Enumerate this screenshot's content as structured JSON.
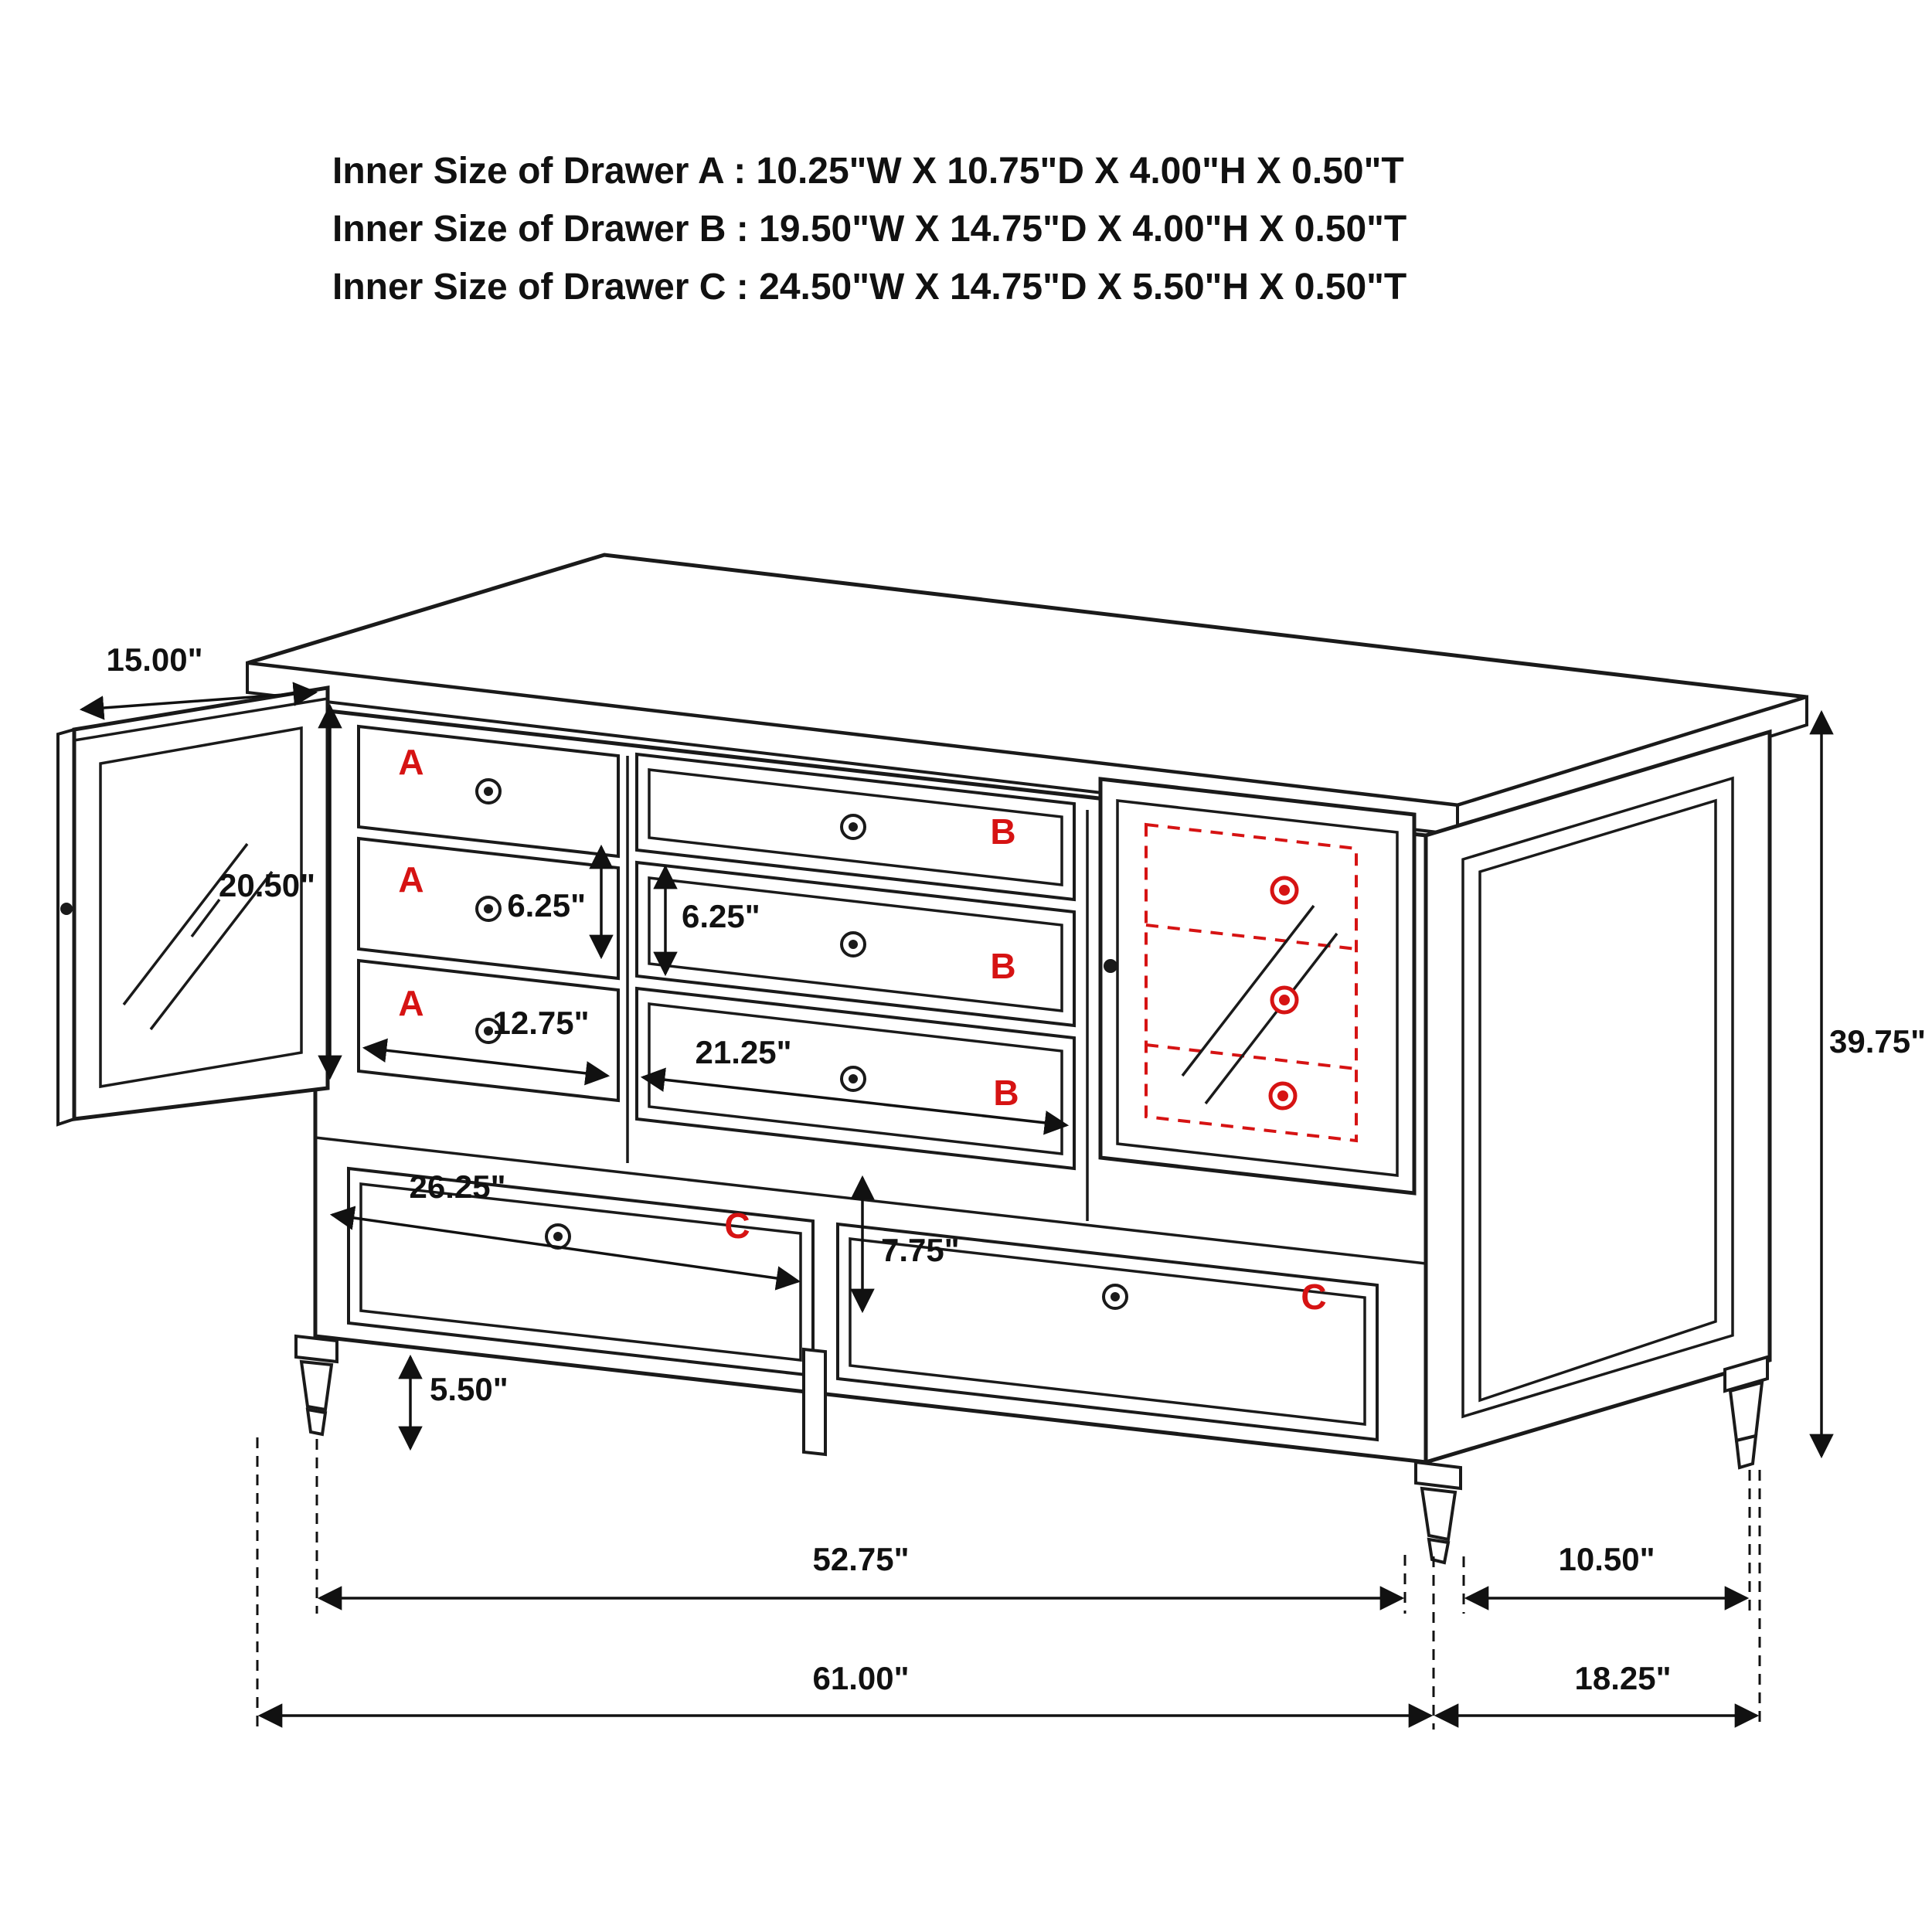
{
  "header": {
    "line1": "Inner Size of Drawer A : 10.25\"W X 10.75\"D X 4.00\"H X 0.50\"T",
    "line2": "Inner Size of Drawer B : 19.50\"W X 14.75\"D X 4.00\"H X 0.50\"T",
    "line3": "Inner Size of Drawer C : 24.50\"W X 14.75\"D X 5.50\"H X 0.50\"T"
  },
  "letters": {
    "a": "A",
    "b": "B",
    "c": "C"
  },
  "dims": {
    "door_width": "15.00\"",
    "door_height": "20.50\"",
    "a_drawer_gap": "6.25\"",
    "b_drawer_gap": "6.25\"",
    "a_drawer_width": "12.75\"",
    "b_drawer_width": "21.25\"",
    "c_drawer_width": "26.25\"",
    "c_drawer_height": "7.75\"",
    "leg_height": "5.50\"",
    "overall_height": "39.75\"",
    "front_width": "52.75\"",
    "side_inset": "10.50\"",
    "overall_width": "61.00\"",
    "overall_depth": "18.25\""
  },
  "colors": {
    "line": "#1a1a1a",
    "accent_red": "#d61313",
    "background": "#ffffff"
  }
}
